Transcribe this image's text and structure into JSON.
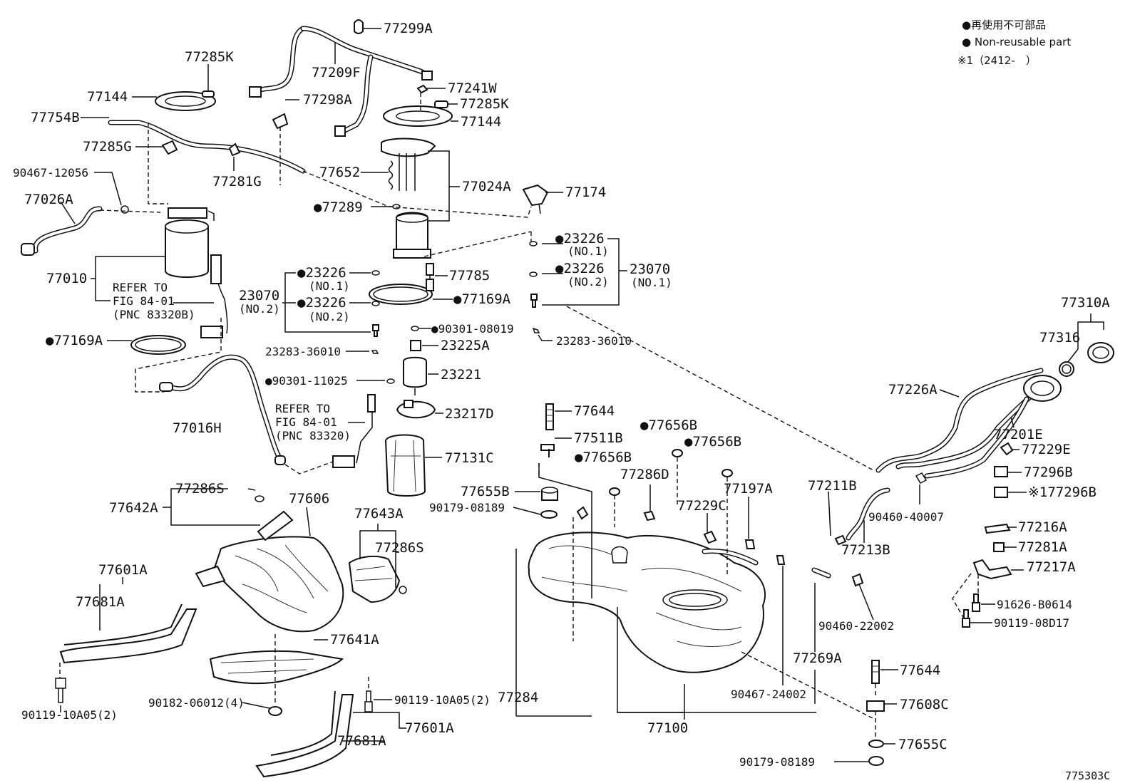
{
  "legend": {
    "line1": "●再使用不可部品",
    "line2": "● Non-reusable part",
    "line3": "※1（2412-　）"
  },
  "figure_id": "775303C",
  "labels": {
    "p77299A": "77299A",
    "p77285K_top": "77285K",
    "p77209F": "77209F",
    "p77144_left": "77144",
    "p77298A": "77298A",
    "p77241W": "77241W",
    "p77285K_right": "77285K",
    "p77754B": "77754B",
    "p77144_right": "77144",
    "p77285G": "77285G",
    "p77281G": "77281G",
    "p77652": "77652",
    "p77024A": "77024A",
    "p90467_12056": "90467-12056",
    "p77026A": "77026A",
    "p77289": "●77289",
    "p77174": "77174",
    "p23226_r1": "●23226",
    "p23226_r1_no": "(NO.1)",
    "p23226_r2": "●23226",
    "p23226_r2_no": "(NO.2)",
    "p23070_r": "23070",
    "p23070_r_no": "(NO.1)",
    "p77010": "77010",
    "refer1_a": "REFER TO",
    "refer1_b": "FIG 84-01",
    "refer1_c": "(PNC 83320B)",
    "p23226_l1": "●23226",
    "p23226_l1_no": "(NO.1)",
    "p23070_l": "23070",
    "p23070_l_no": "(NO.2)",
    "p23226_l2": "●23226",
    "p23226_l2_no": "(NO.2)",
    "p77785": "77785",
    "p77169A_c": "●77169A",
    "p90301_08019": "●90301-08019",
    "p23283_36010_r": "23283-36010",
    "p77169A_l": "●77169A",
    "p23283_36010_l": "23283-36010",
    "p23225A": "23225A",
    "p77310A": "77310A",
    "p77316": "77316",
    "p90301_11025": "●90301-11025",
    "p23221": "23221",
    "p77226A": "77226A",
    "refer2_a": "REFER TO",
    "refer2_b": "FIG 84-01",
    "refer2_c": "(PNC 83320)",
    "p23217D": "23217D",
    "p77644_top": "77644",
    "p77016H": "77016H",
    "p77656B_1": "●77656B",
    "p77511B": "77511B",
    "p77656B_2": "●77656B",
    "p77201E": "77201E",
    "p77131C": "77131C",
    "p77656B_3": "●77656B",
    "p77229E": "77229E",
    "p77296B": "77296B",
    "p77286D": "77286D",
    "p77655B": "77655B",
    "p77286S_top": "77286S",
    "p77211B": "77211B",
    "p77197A": "77197A",
    "p77296B_x1": "※177296B",
    "p77642A": "77642A",
    "p77606": "77606",
    "p90179_08189_top": "90179-08189",
    "p77229C": "77229C",
    "p90460_40007": "90460-40007",
    "p77643A": "77643A",
    "p77213B": "77213B",
    "p77216A": "77216A",
    "p77286S_mid": "77286S",
    "p77281A": "77281A",
    "p77601A_top": "77601A",
    "p77217A": "77217A",
    "p77681A_top": "77681A",
    "p91626_B0614": "91626-B0614",
    "p90119_08D17": "90119-08D17",
    "p90460_22002": "90460-22002",
    "p77641A": "77641A",
    "p77269A": "77269A",
    "p77644_bot": "77644",
    "p77284": "77284",
    "p90467_24002": "90467-24002",
    "p77608C": "77608C",
    "p90182_06012": "90182-06012(4)",
    "p90119_10A05_mid": "90119-10A05(2)",
    "p90119_10A05_left": "90119-10A05(2)",
    "p77601A_bot": "77601A",
    "p77100": "77100",
    "p77681A_bot": "77681A",
    "p77655C": "77655C",
    "p90179_08189_bot": "90179-08189"
  }
}
